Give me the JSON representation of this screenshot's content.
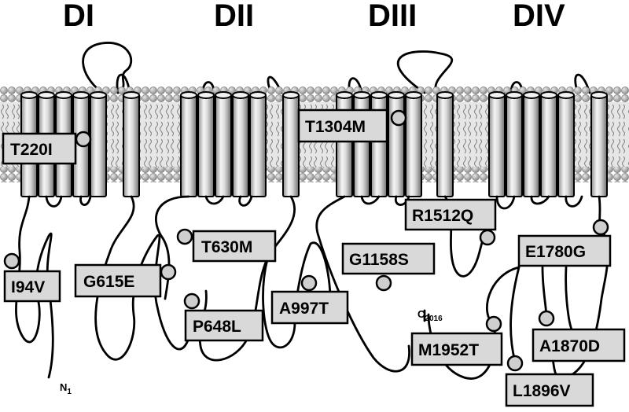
{
  "domains": {
    "d1": "DI",
    "d2": "DII",
    "d3": "DIII",
    "d4": "DIV"
  },
  "termini": {
    "n": {
      "letter": "N",
      "number": "1"
    },
    "c": {
      "letter": "C",
      "number": "2016"
    }
  },
  "mutations": {
    "t220i": "T220I",
    "i94v": "I94V",
    "g615e": "G615E",
    "t630m": "T630M",
    "p648l": "P648L",
    "a997t": "A997T",
    "t1304m": "T1304M",
    "g1158s": "G1158S",
    "r1512q": "R1512Q",
    "m1952t": "M1952T",
    "e1780g": "E1780G",
    "a1870d": "A1870D",
    "l1896v": "L1896V"
  },
  "colors": {
    "label_fill": "#d9d9d9",
    "membrane_head": "#a8a8a8",
    "membrane_core": "#e6e6e6",
    "helix_light": "#f5f5f5",
    "helix_dark": "#8c8c8c"
  }
}
